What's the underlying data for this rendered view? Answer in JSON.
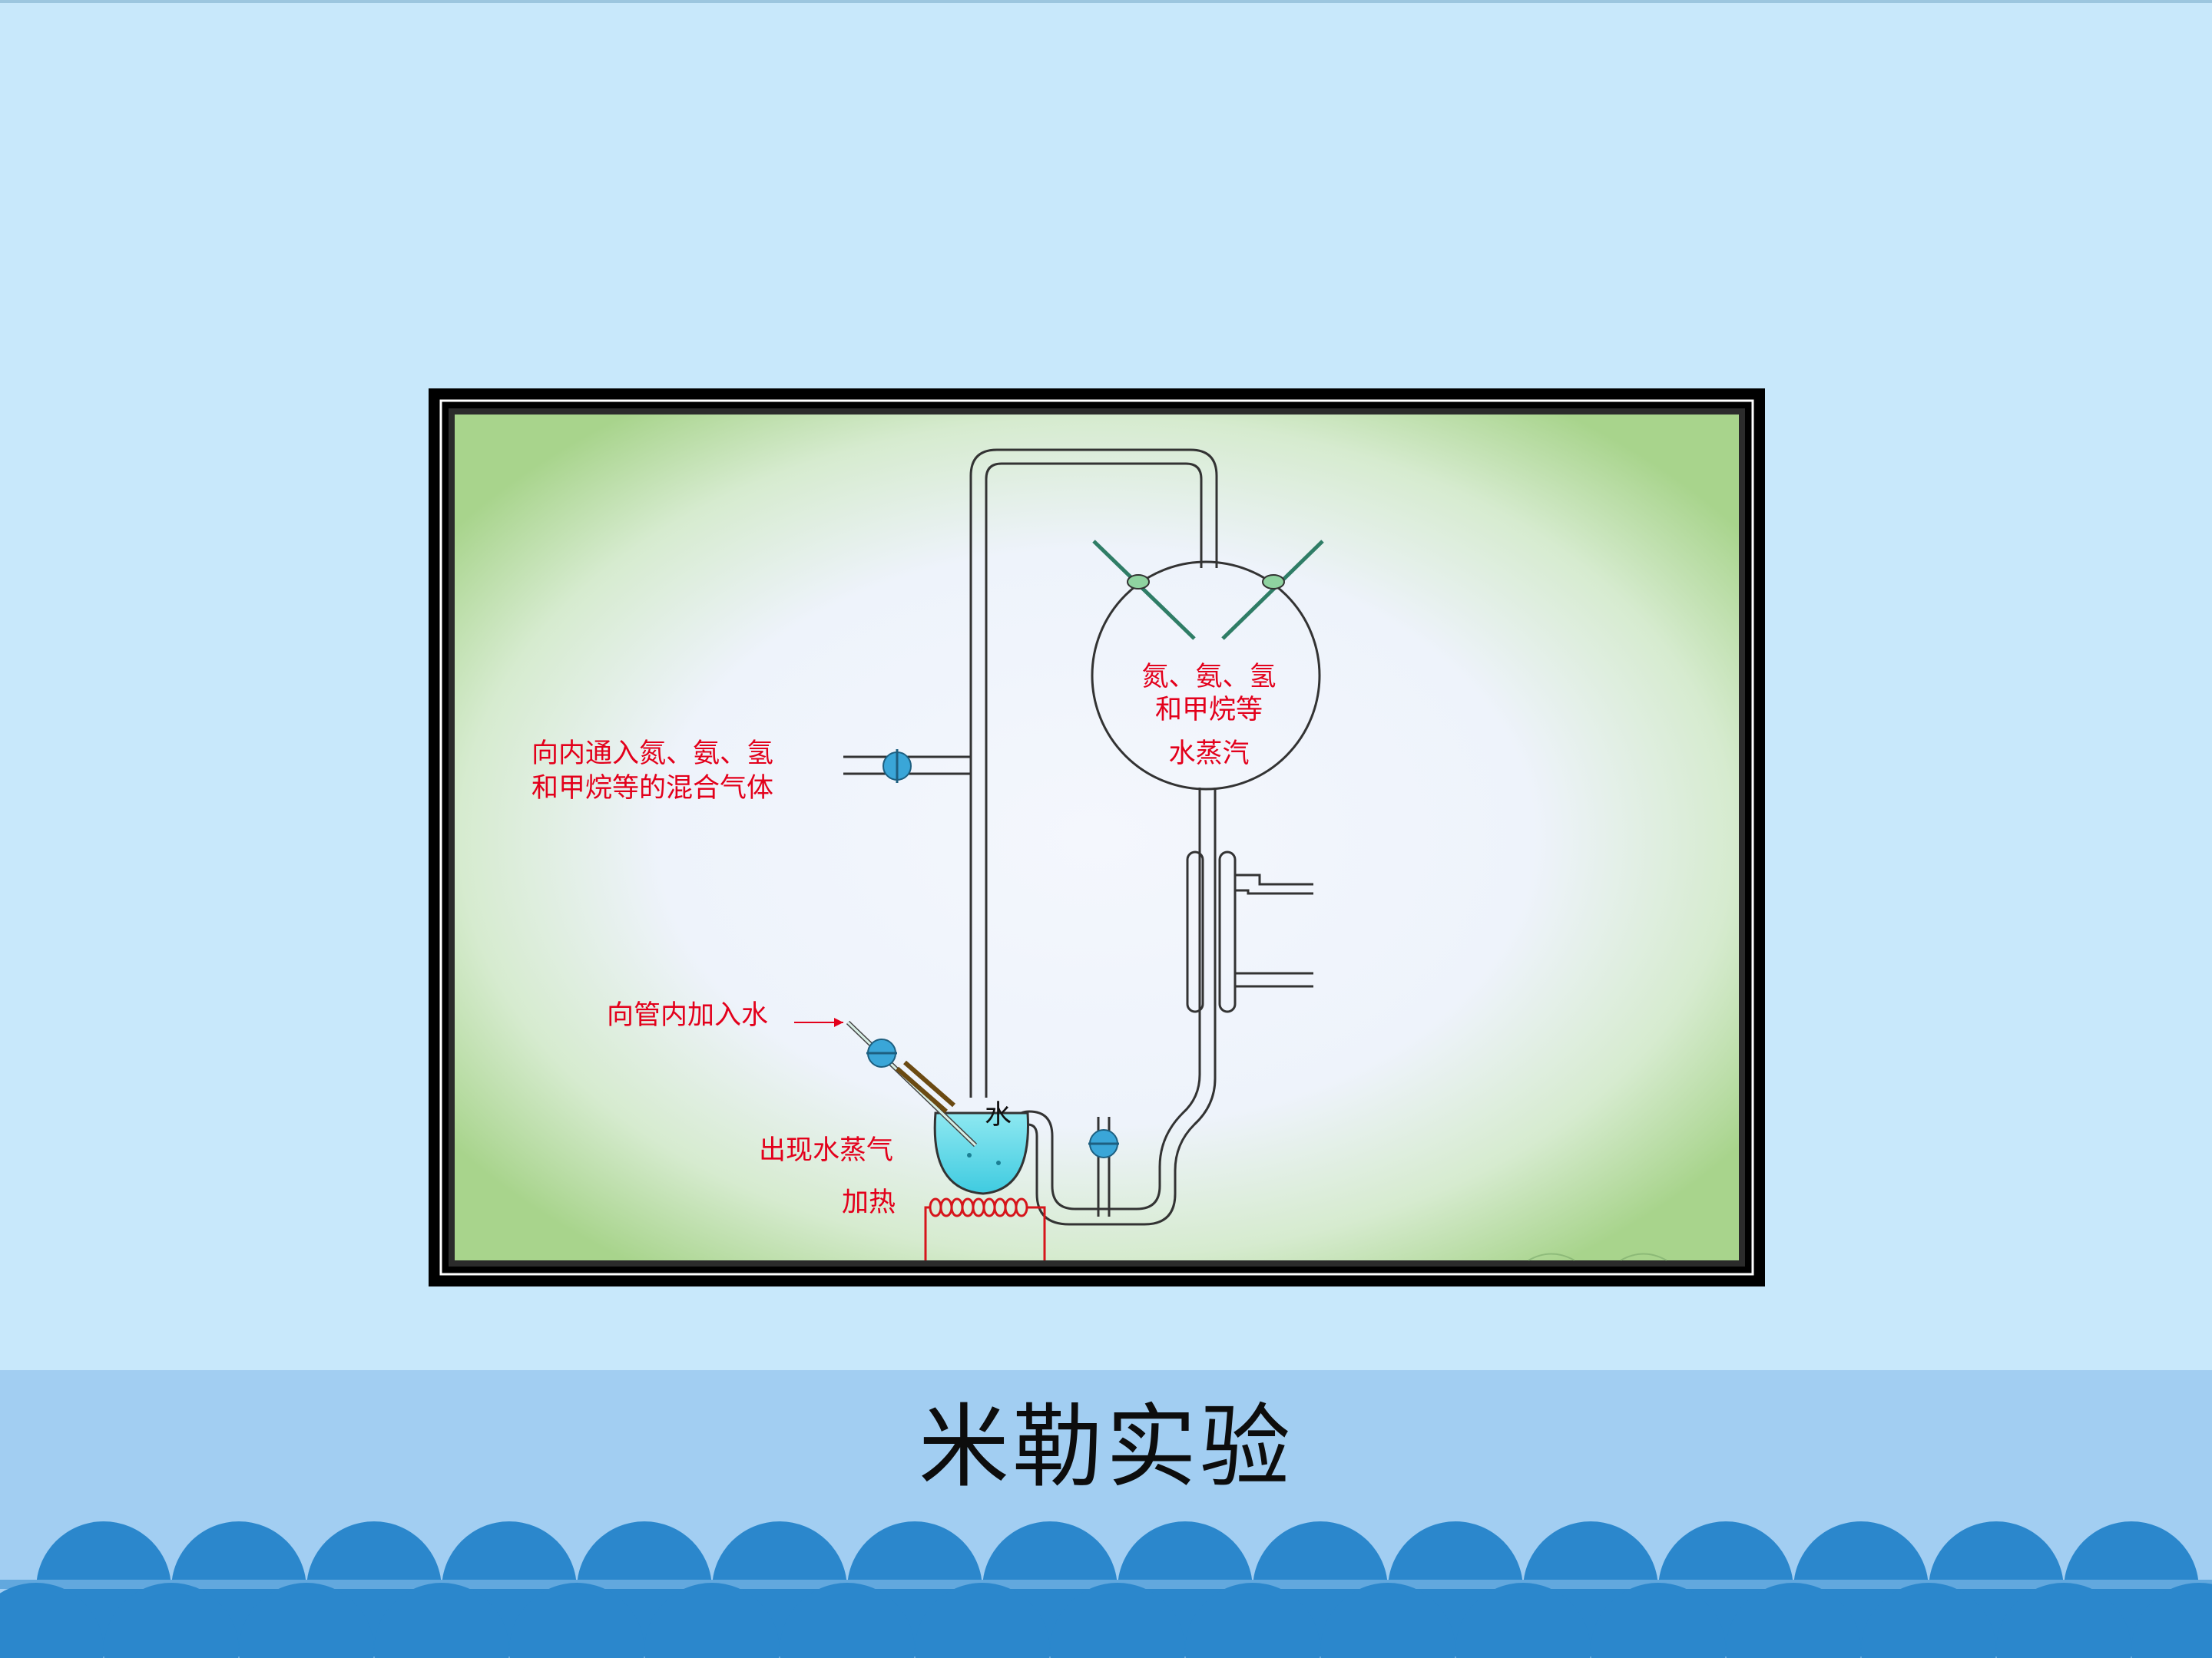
{
  "slide": {
    "title": "米勒实验"
  },
  "diagram": {
    "labels": {
      "gas_inlet_line1": "向内通入氮、氨、氢",
      "gas_inlet_line2": "和甲烷等的混合气体",
      "sphere_line1": "氮、氨、氢",
      "sphere_line2": "和甲烷等",
      "sphere_line3": "水蒸汽",
      "add_water": "向管内加入水",
      "water": "水",
      "steam_appears": "出现水蒸气",
      "heating": "加热"
    }
  },
  "colors": {
    "background": "#c8e8fb",
    "band": "#a2cef2",
    "scallop": "#2b87cc",
    "frame": "#000000",
    "label_red": "#e3001b",
    "stopcock": "#3aa6d8",
    "water": "#64dcea"
  }
}
